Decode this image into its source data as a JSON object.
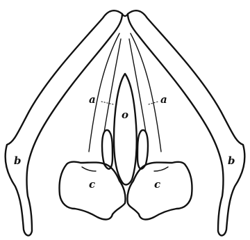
{
  "labels": {
    "a_left": "a",
    "a_right": "a",
    "o": "o",
    "b_left": "b",
    "b_right": "b",
    "c_left": "c",
    "c_right": "c"
  }
}
